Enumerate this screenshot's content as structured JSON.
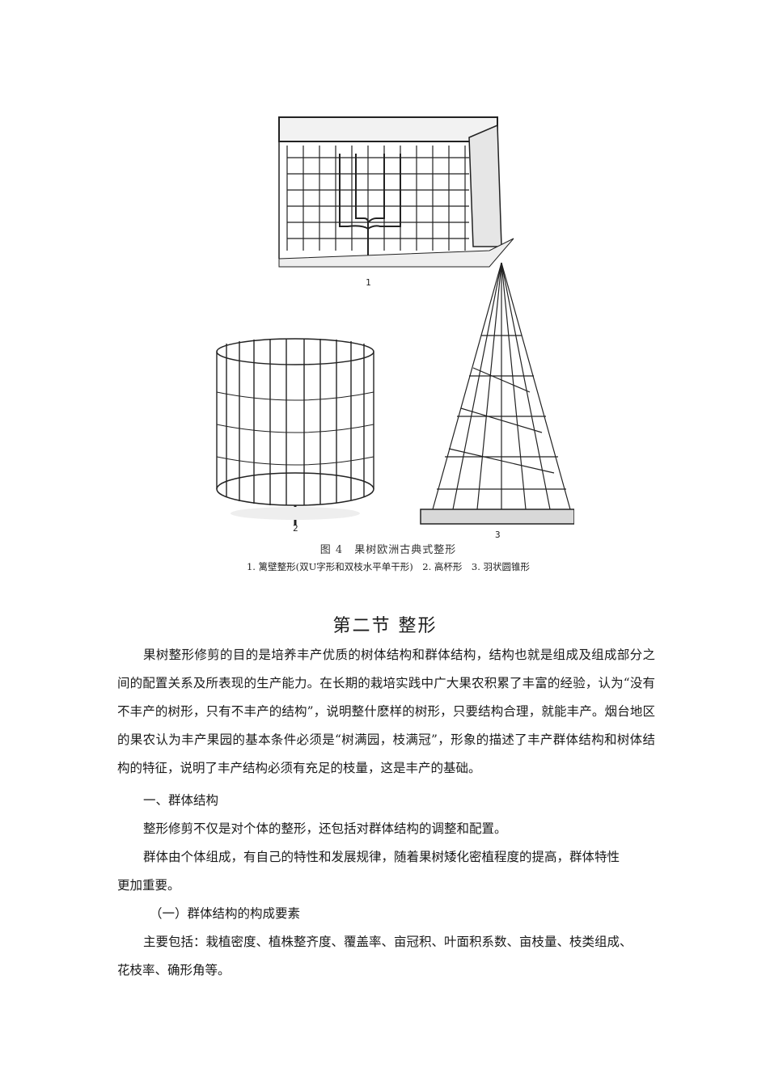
{
  "figure": {
    "panel_labels": [
      "1",
      "2",
      "3"
    ],
    "caption_title": "图 4　果树欧洲古典式整形",
    "caption_subtitle": "1. 篱壁整形(双U字形和双枝水平单干形)　2. 高杯形　3. 羽状圆锥形"
  },
  "section_title": "第二节 整形",
  "paragraphs": {
    "intro": "果树整形修剪的目的是培养丰产优质的树体结构和群体结构，结构也就是组成及组成部分之间的配置关系及所表现的生产能力。在长期的栽培实践中广大果农积累了丰富的经验，认为“没有不丰产的树形，只有不丰产的结构”，说明整什麽样的树形，只要结构合理，就能丰产。烟台地区的果农认为丰产果园的基本条件必须是“树满园，枝满冠”，形象的描述了丰产群体结构和树体结构的特征，说明了丰产结构必须有充足的枝量，这是丰产的基础。",
    "heading_1": "一、群体结构",
    "p2": "整形修剪不仅是对个体的整形，还包括对群体结构的调整和配置。",
    "p3_line1": "群体由个体组成，有自己的特性和发展规律，随着果树矮化密植程度的提高，群体特性",
    "p3_line2": "更加重要。",
    "heading_2": "（一）群体结构的构成要素",
    "p4_line1": "主要包括：栽植密度、植株整齐度、覆盖率、亩冠积、叶面积系数、亩枝量、枝类组成、",
    "p4_line2": "花枝率、确形角等。"
  }
}
